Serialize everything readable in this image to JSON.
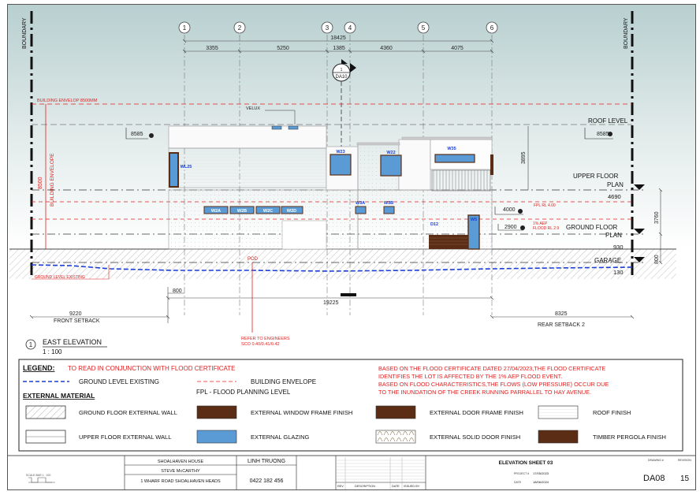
{
  "grid": {
    "labels": [
      "1",
      "2",
      "3",
      "4",
      "5",
      "6"
    ]
  },
  "dims": {
    "overall": "18425",
    "spans": [
      "3355",
      "5250",
      "1385",
      "4360",
      "4075"
    ],
    "overall_bottom": "19225",
    "left_small": "800",
    "front_setback_value": "9220",
    "front_setback_label": "FRONT SETBACK",
    "rear_setback_value": "8325",
    "rear_setback_label": "REAR SETBACK 2",
    "right_8585": "8585",
    "left_8585": "8585",
    "v_3895": "3895",
    "v_3760": "3760",
    "v_800": "800",
    "v_8500": "8500",
    "d_4000": "4000",
    "d_2900": "2900"
  },
  "boundary": {
    "left": "BOUNDARY",
    "right": "BOUNDARY"
  },
  "levels": {
    "roof": "ROOF LEVEL",
    "upper_a": "UPPER FLOOR",
    "upper_b": "PLAN",
    "upper_val": "4690",
    "ground_a": "GROUND FLOOR",
    "ground_b": "PLAN",
    "ground_val": "930",
    "garage": "GARAGE",
    "garage_val": "130"
  },
  "annotations": {
    "building_envelope_top": "BUILDING ENVELOP 8500MM",
    "building_envelope_side": "BUILDING ENVELOPE",
    "velux": "VELUX",
    "da10_num": "1",
    "da10": "DA10",
    "fpl": "FPL RL 4.00",
    "aep_a": "1% AEP",
    "aep_b": "FLOOD RL 2.9",
    "ground_existing": "GROUND LEVEL EXISTING",
    "pod": "POD",
    "refer_a": "REFER TO ENGINEERS",
    "refer_b": "SCO 0.40/0.41/0.42"
  },
  "windows": [
    "WL25",
    "W2A",
    "W2B",
    "W2C",
    "W2D",
    "W23",
    "W22",
    "W35",
    "W3A",
    "W3B",
    "D12",
    "W5"
  ],
  "title": {
    "num": "1",
    "name": "EAST  ELEVATION",
    "scale": "1 : 100"
  },
  "legend": {
    "heading": "LEGEND:",
    "note": "TO READ IN CONJUNCTION WITH FLOOD CERTIFICATE",
    "ground_existing": "GROUND LEVEL EXISTING",
    "building_envelope": "BUILDING ENVELOPE",
    "fpl": "FPL - FLOOD PLANNING LEVEL",
    "external_material": "EXTERNAL MATERIAL",
    "flood_text": [
      "BASED ON THE FLOOD CERTIFICATE DATED 27/04/2023,THE FLOOD CERTIFICATE",
      "IDENTIFIES THE LOT IS AFFECTED BY THE 1% AEP FLOOD EVENT.",
      "BASED ON FLOOD CHARACTERISTICS,THE FLOWS (LOW PRESSURE) OCCUR DUE",
      "TO THE INUNDATION OF THE CREEK RUNNING PARRALLEL TO HAY AVENUE."
    ],
    "materials": [
      "GROUND FLOOR EXTERNAL WALL",
      "EXTERNAL WINDOW FRAME FINISH",
      "EXTERNAL DOOR FRAME FINISH",
      "ROOF FINISH",
      "UPPER FLOOR EXTERNAL WALL",
      "EXTERNAL GLAZING",
      "EXTERNAL SOLID DOOR FINISH",
      "TIMBER PERGOLA FINISH"
    ]
  },
  "titleblock": {
    "project": "SHOALHAVEN HOUSE",
    "client": "STEVE McCARTHY",
    "address": "1 WHARF ROAD SHOALHAVEN HEADS",
    "designer": "LINH TRUONG",
    "phone": "0422 182 456",
    "sheet_title": "ELEVATION SHEET 03",
    "drawing_no": "DA08",
    "page": "15",
    "rev_h1": "REV",
    "rev_h2": "DESCRIPTION",
    "rev_h3": "DATE",
    "rev_h4": "ISSUED BY",
    "scale_note": "SCALE BAR 1 : 100",
    "project_no_label": "PROJECT #",
    "project_date": "17/05/2023",
    "date_label": "DATE",
    "date": "18/06/2024",
    "drawing_label": "DRAWING #",
    "revision_label": "REVISION"
  },
  "colors": {
    "glazing": "#5b9bd5",
    "frame": "#5a2d14",
    "red": "#e02020",
    "blue_dash": "#1a3fd6"
  }
}
